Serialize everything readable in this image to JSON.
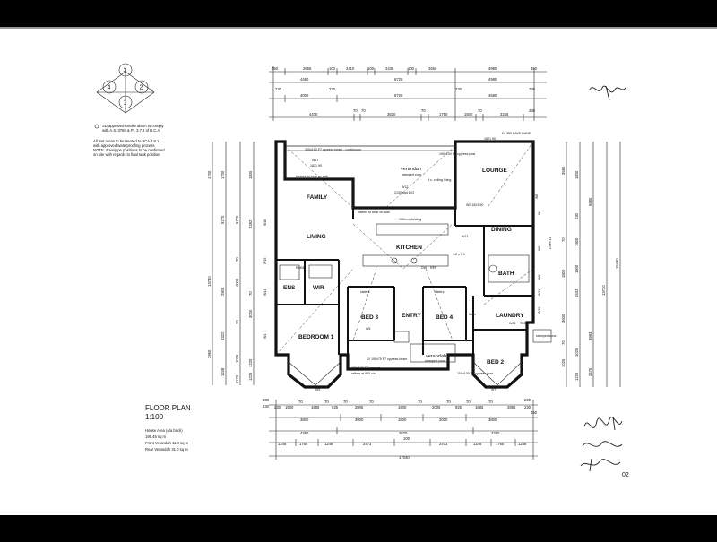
{
  "compass": {
    "n1": "1",
    "n2": "2",
    "n3": "3",
    "n4": "4"
  },
  "notes": {
    "line1": "SD approved smoke alarm to comply",
    "line2": "with A.S. 3786 & Pt. 3.7.2 of B.C.A.",
    "line3": "All wet areas to be treated to BCA 3.8.1",
    "line4": "with approved waterproofing process",
    "line5": "NOTE: downpipe positions to be confirmed",
    "line6": "on site with regards to final tank position"
  },
  "rooms": {
    "lounge": "LOUNGE",
    "family": "FAMILY",
    "living": "LIVING",
    "kitchen": "KITCHEN",
    "dining": "DINING",
    "bath": "BATH",
    "ens": "ENS",
    "wir": "WIR",
    "bed3": "BED 3",
    "entry": "ENTRY",
    "bed4": "BED 4",
    "laundry": "LAUNDRY",
    "bedroom1": "BEDROOM 1",
    "bed2": "BED 2",
    "verandah_rear": "verandah",
    "verandah_rear_sub": "stamped conc",
    "verandah_front": "verandah",
    "verandah_front_sub": "stamped conc"
  },
  "small_labels": {
    "w17": "W17",
    "w17_size": "1821 90",
    "w12": "W12",
    "w12_size": "2130 sgd D/G",
    "w2": "W2 1821 90",
    "w13": "W13",
    "w6": "W6",
    "w9": "W9",
    "w11": "W11",
    "w4": "W4",
    "w8": "W8",
    "w10": "W10",
    "w16": "W16",
    "w3": "W3",
    "w7": "W7",
    "w5": "W5",
    "w14": "W14",
    "w15": "W15",
    "w1": "W1",
    "rafters_note": "rafters to bear on wall",
    "trusses_note": "trusses to bear on wall",
    "ceiling_note": "f.c. ceiling lining",
    "cypress_top": "190x100 F7 cypress post",
    "cypress_top2": "300x100 F7 cypress beam - continuous",
    "cypress_beam_front": "100x100 F7 cypress",
    "cypress_beam_front2": "rafters at 900 c/s",
    "cypress_post_front": "100x100 F7 cypress post",
    "cypress_beam_front3": "2/ 190x75 F7 cypress beam",
    "sliders": "sliders",
    "stamped_conc": "stamped conc",
    "bar_note": "150mm dividing",
    "dim_1821": "1821 90",
    "dim_24": "24 450 EAVE DANE",
    "strip_note": "1.2 x 0.9",
    "linen": "Linen 18",
    "robe": "ROBE",
    "linen_small": "linen",
    "dw": "DW",
    "ref": "REF",
    "wm": "W/M",
    "tub": "TUB"
  },
  "dims_top": {
    "r1": [
      "450",
      "2655",
      "100",
      "2410",
      "100",
      "2435",
      "100",
      "2650",
      "4980",
      "450"
    ],
    "r2": [
      "4460",
      "6720",
      "4980"
    ],
    "r3": [
      "230",
      "4000",
      "230",
      "6720",
      "230",
      "4580",
      "230"
    ],
    "r4": [
      "4475",
      "70",
      "70",
      "3620",
      "70",
      "1750",
      "1500",
      "70",
      "3255",
      "230"
    ]
  },
  "dims_bottom": {
    "r1": [
      "230",
      "1500",
      "70",
      "1685",
      "70",
      "925",
      "70",
      "2005",
      "70",
      "1800",
      "70",
      "2005",
      "70",
      "925",
      "70",
      "1685",
      "70",
      "2855",
      "230"
    ],
    "r2": [
      "3800",
      "3000",
      "1800",
      "3000",
      "3800"
    ],
    "r3": [
      "4260",
      "7620",
      "4260"
    ],
    "r4": [
      "1248",
      "1765",
      "1248",
      "2473",
      "100",
      "2473",
      "1248",
      "1765",
      "1248"
    ],
    "total": "17040",
    "top_extra": [
      "230",
      "230",
      "230",
      "450"
    ]
  },
  "dims_left": {
    "r1": [
      "1700",
      "1700",
      "13730",
      "2282",
      "1800"
    ],
    "r2": [
      "5270",
      "5720",
      "4000",
      "3000",
      "2900",
      "3322"
    ],
    "r3": [
      "70",
      "1220",
      "1248",
      "1025",
      "70",
      "1123",
      "1225",
      "70",
      "2950"
    ]
  },
  "dims_right": {
    "r1": [
      "3580",
      "230",
      "6880",
      "15480",
      "13730",
      "8993"
    ],
    "r2": [
      "1800",
      "1900",
      "1900",
      "1532",
      "1025",
      "1025",
      "1225"
    ],
    "r3": [
      "70",
      "3600",
      "1800",
      "70",
      "2470"
    ]
  },
  "title_block": {
    "title": "FLOOR PLAN",
    "scale": "1:100",
    "area1": "House Area (o/a brick)",
    "area1_val": "199.45 sq m",
    "area2": "Front Verandah 11.0 sq m",
    "area3": "Rear Verandah 31.0 sq m"
  },
  "sheet_no": "02"
}
